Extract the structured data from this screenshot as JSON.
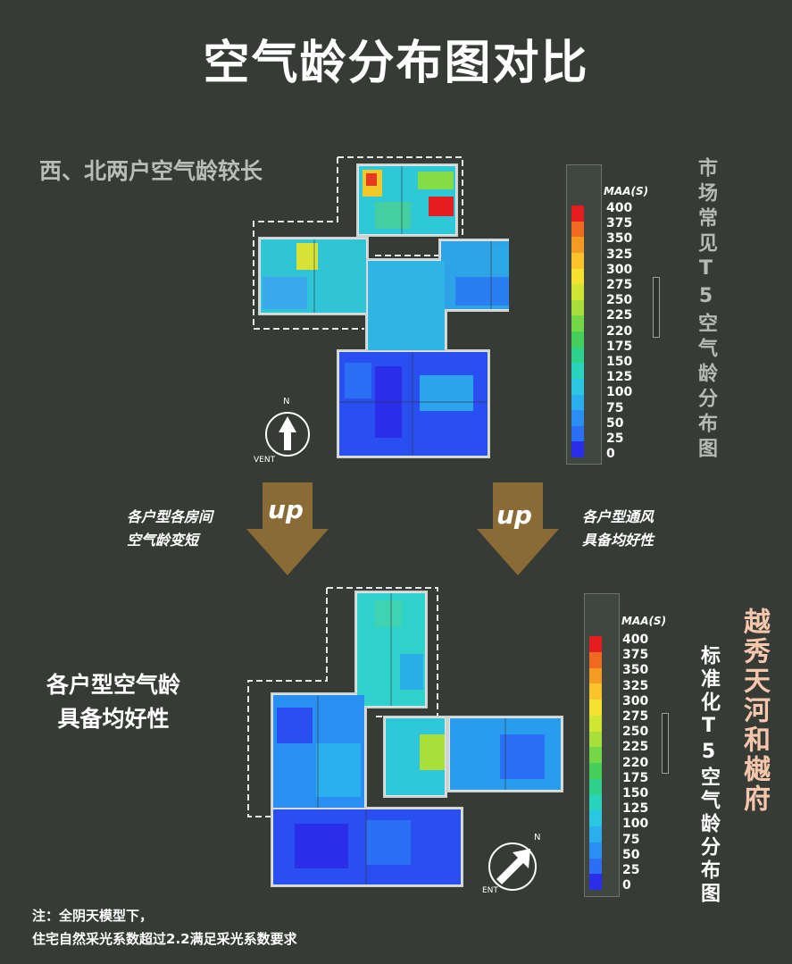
{
  "title": "空气龄分布图对比",
  "top_note": "西、北两户空气龄较长",
  "market_label": "市场常见T5空气龄分布图",
  "brand_label": "越秀天河和樾府",
  "standard_label": "标准化T5空气龄分布图",
  "arrow_left": {
    "up": "up",
    "line1": "各户型各房间",
    "line2": "空气龄变短"
  },
  "arrow_right": {
    "up": "up",
    "line1": "各户型通风",
    "line2": "具备均好性"
  },
  "mid_note": {
    "line1": "各户型空气龄",
    "line2": "具备均好性"
  },
  "legend": {
    "title": "MAA(S)",
    "values": [
      "400",
      "375",
      "350",
      "325",
      "300",
      "275",
      "250",
      "225",
      "220",
      "175",
      "150",
      "125",
      "100",
      "75",
      "50",
      "25",
      "0"
    ]
  },
  "legend_colors": [
    "#e41e1e",
    "#ef6a1f",
    "#f59a23",
    "#fbc22c",
    "#f4e130",
    "#d0e635",
    "#a9df3b",
    "#74d846",
    "#43cf5a",
    "#2fd28d",
    "#29d4bd",
    "#29c7e2",
    "#2aaeef",
    "#2a8ff3",
    "#2a6ff4",
    "#2a4ff0",
    "#2a2ee8"
  ],
  "compass_top": {
    "letter": "N",
    "label": "VENT"
  },
  "compass_bottom": {
    "letter": "N",
    "label": "ENT"
  },
  "footnote": {
    "line1": "注：全阴天模型下，",
    "line2": "住宅自然采光系数超过2.2满足采光系数要求"
  }
}
